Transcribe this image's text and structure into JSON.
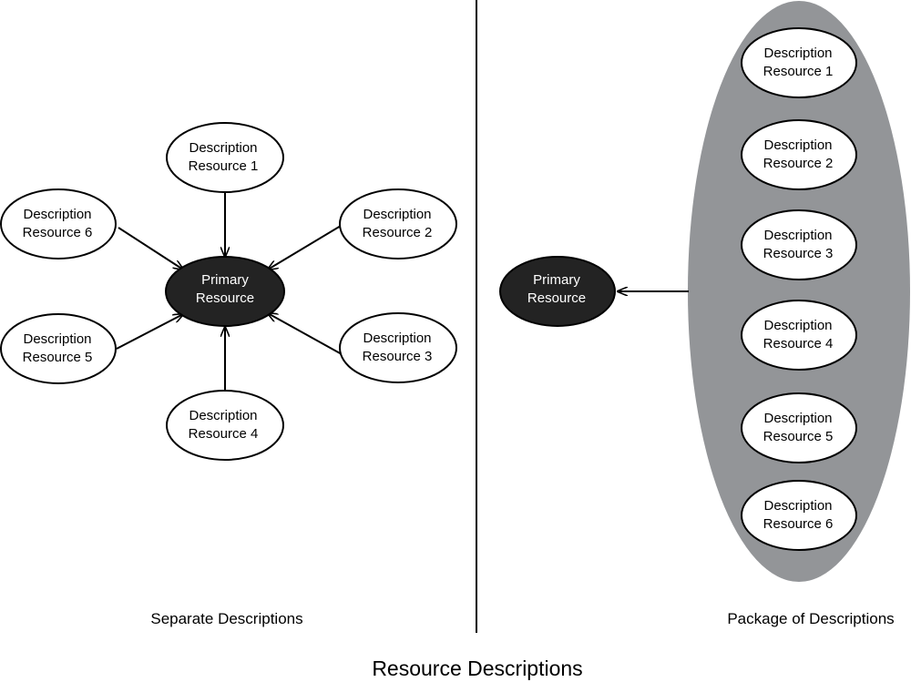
{
  "title": "Resource Descriptions",
  "colors": {
    "primary_fill": "#232323",
    "package_fill": "#939598",
    "line": "#000000",
    "node_fill": "#ffffff"
  },
  "left_panel": {
    "caption": "Separate Descriptions",
    "primary": {
      "line1": "Primary",
      "line2": "Resource"
    },
    "descriptions": [
      {
        "line1": "Description",
        "line2": "Resource 1"
      },
      {
        "line1": "Description",
        "line2": "Resource 2"
      },
      {
        "line1": "Description",
        "line2": "Resource 3"
      },
      {
        "line1": "Description",
        "line2": "Resource 4"
      },
      {
        "line1": "Description",
        "line2": "Resource 5"
      },
      {
        "line1": "Description",
        "line2": "Resource 6"
      }
    ]
  },
  "right_panel": {
    "caption": "Package of Descriptions",
    "primary": {
      "line1": "Primary",
      "line2": "Resource"
    },
    "descriptions": [
      {
        "line1": "Description",
        "line2": "Resource 1"
      },
      {
        "line1": "Description",
        "line2": "Resource 2"
      },
      {
        "line1": "Description",
        "line2": "Resource 3"
      },
      {
        "line1": "Description",
        "line2": "Resource 4"
      },
      {
        "line1": "Description",
        "line2": "Resource 5"
      },
      {
        "line1": "Description",
        "line2": "Resource 6"
      }
    ]
  }
}
